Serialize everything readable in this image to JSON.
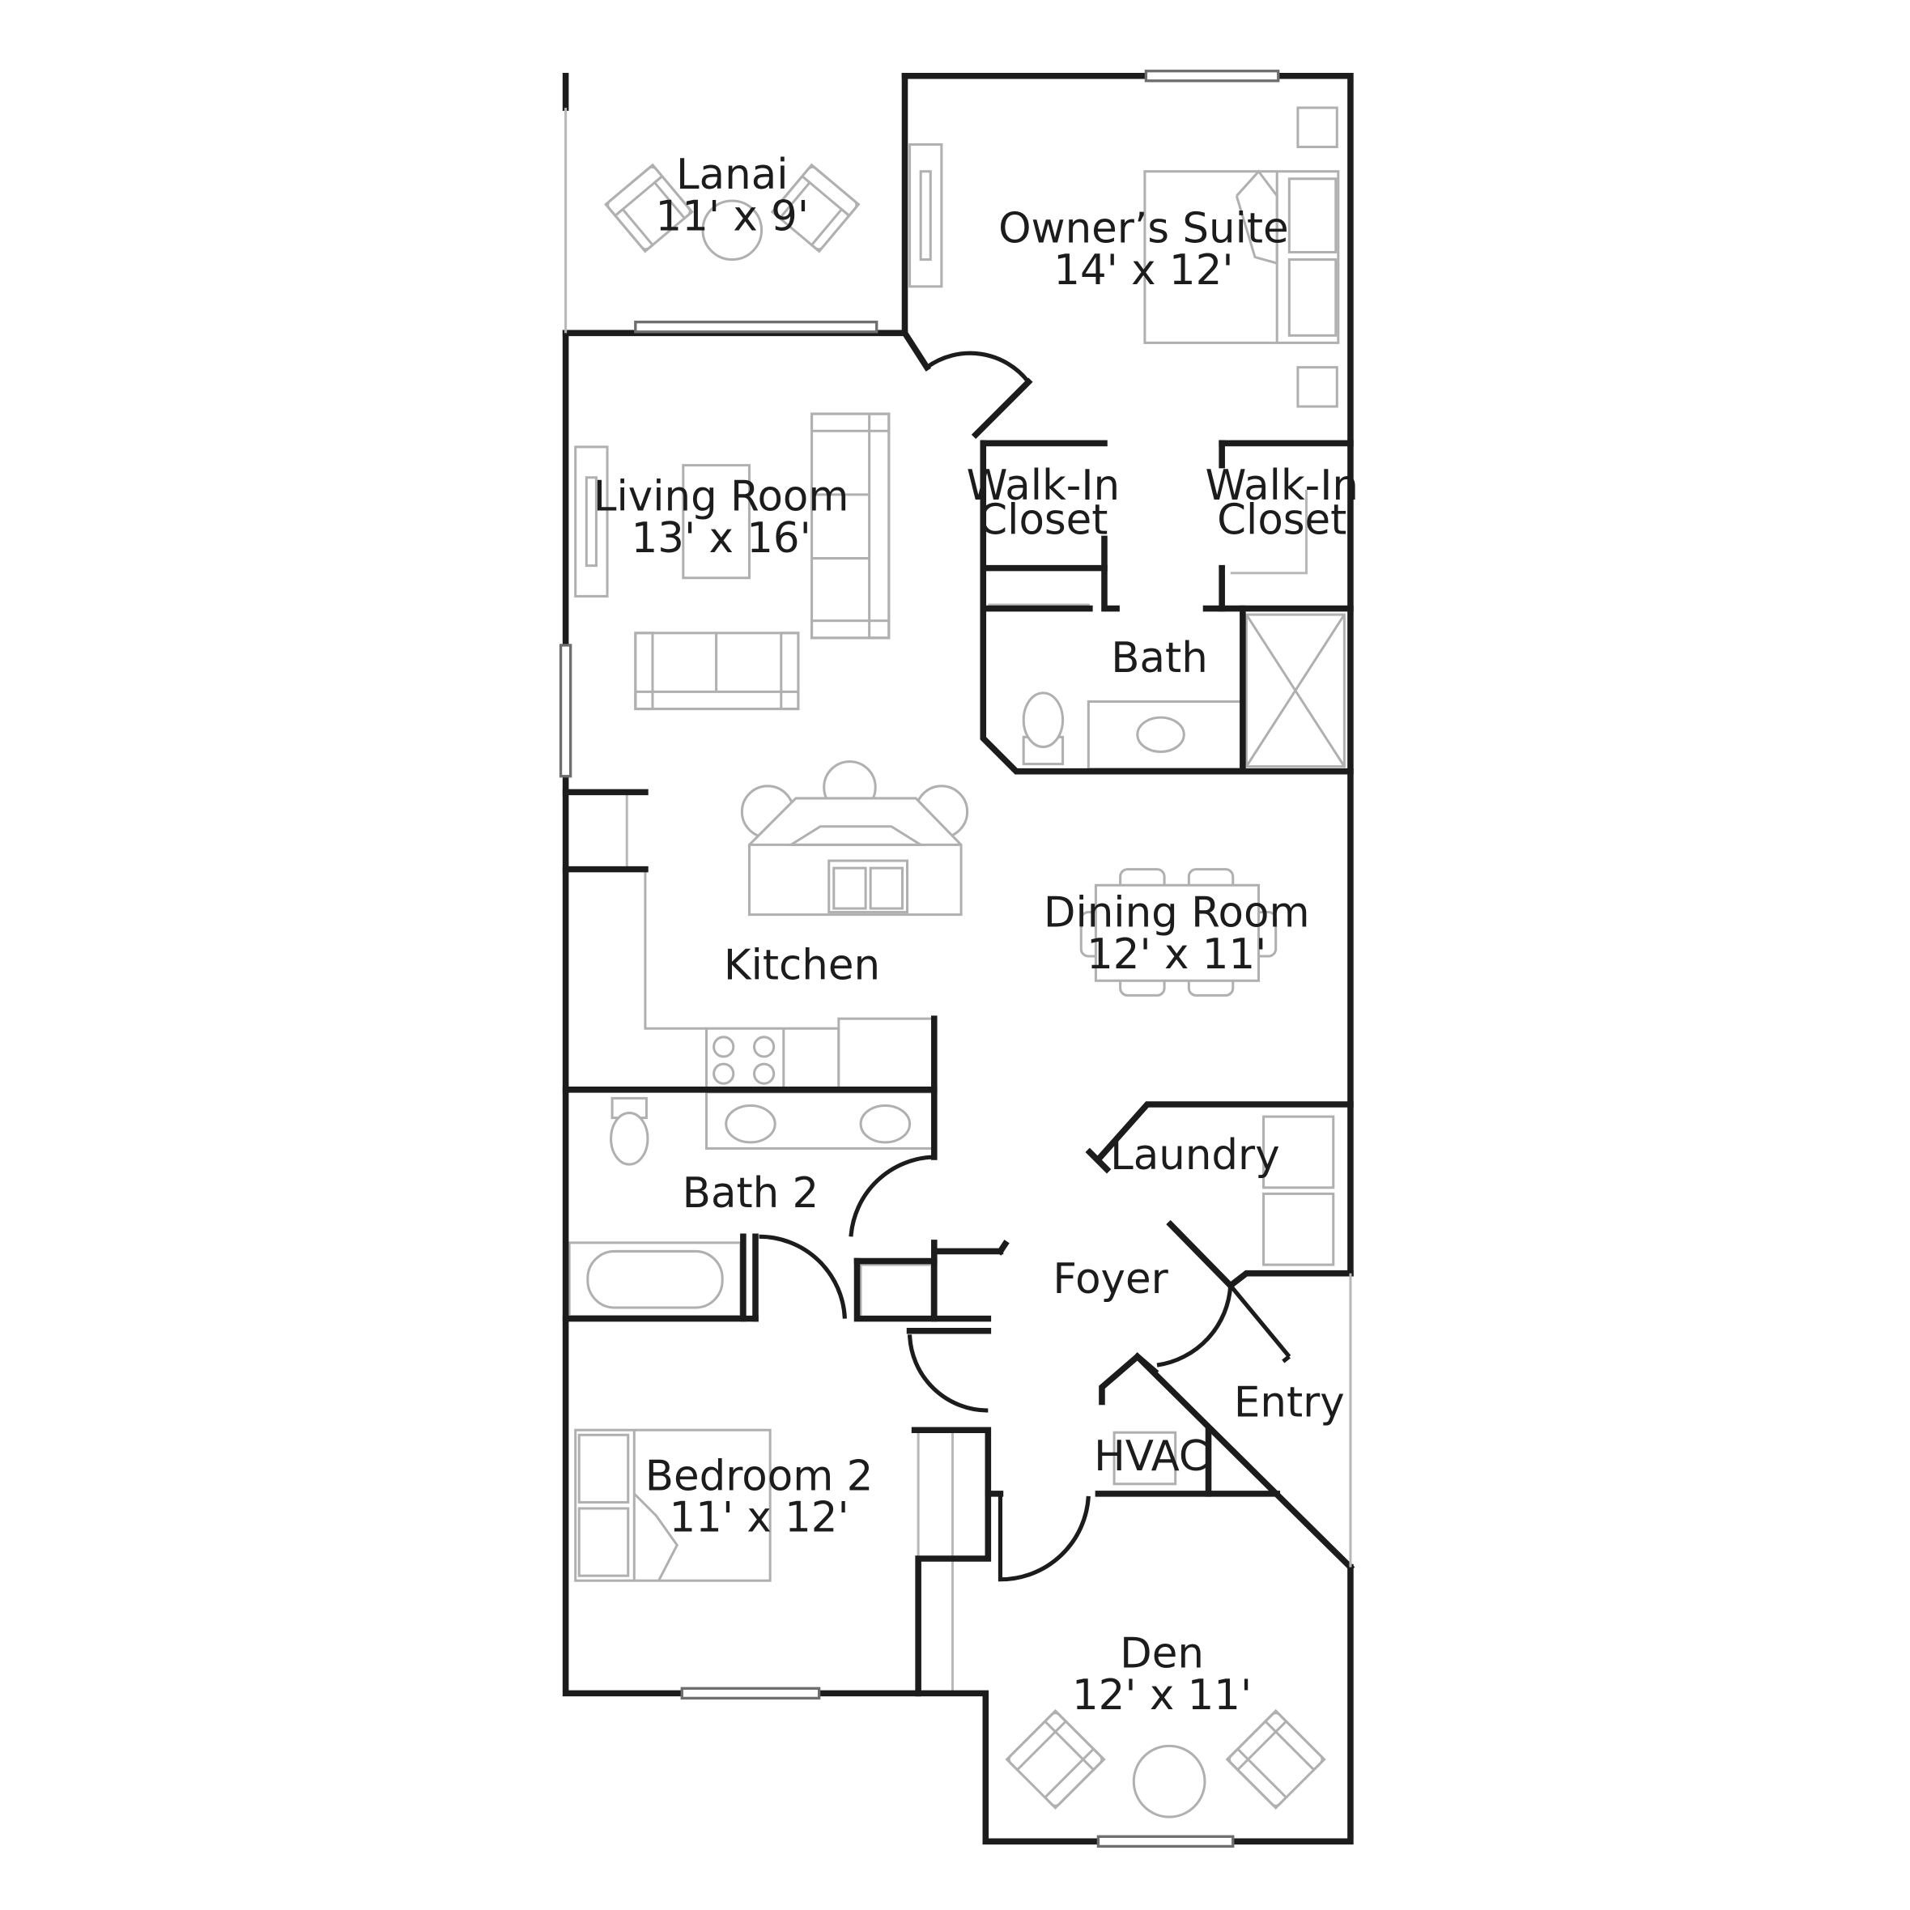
{
  "rooms": [
    {
      "name": "Lanai",
      "dims": "11' x 9'"
    },
    {
      "name": "Owner’s Suite",
      "dims": "14' x 12'"
    },
    {
      "name": "Living Room",
      "dims": "13' x 16'"
    },
    {
      "name": "Walk-In Closet (left)",
      "line1": "Walk-In",
      "line2": "Closet"
    },
    {
      "name": "Walk-In Closet (right)",
      "line1": "Walk-In",
      "line2": "Closet"
    },
    {
      "name": "Bath"
    },
    {
      "name": "Dining Room",
      "dims": "12' x 11'"
    },
    {
      "name": "Kitchen"
    },
    {
      "name": "Laundry"
    },
    {
      "name": "Bath 2"
    },
    {
      "name": "Foyer"
    },
    {
      "name": "Entry"
    },
    {
      "name": "HVAC"
    },
    {
      "name": "Bedroom 2",
      "dims": "11' x 12'"
    },
    {
      "name": "Den",
      "dims": "12' x 11'"
    }
  ],
  "labels": {
    "lanai": "Lanai",
    "lanai_dims": "11' x 9'",
    "owners_suite": "Owner’s Suite",
    "owners_suite_dims": "14' x 12'",
    "living_room": "Living Room",
    "living_room_dims": "13' x 16'",
    "walkin_left_1": "Walk-In",
    "walkin_left_2": "Closet",
    "walkin_right_1": "Walk-In",
    "walkin_right_2": "Closet",
    "bath": "Bath",
    "dining_room": "Dining Room",
    "dining_room_dims": "12' x 11'",
    "kitchen": "Kitchen",
    "laundry": "Laundry",
    "bath2": "Bath 2",
    "foyer": "Foyer",
    "entry": "Entry",
    "hvac": "HVAC",
    "bedroom2": "Bedroom 2",
    "bedroom2_dims": "11' x 12'",
    "den": "Den",
    "den_dims": "12' x 11'"
  },
  "colors": {
    "wall": "#1c1c1c",
    "fixture": "#b0b0b0",
    "background": "#ffffff"
  }
}
